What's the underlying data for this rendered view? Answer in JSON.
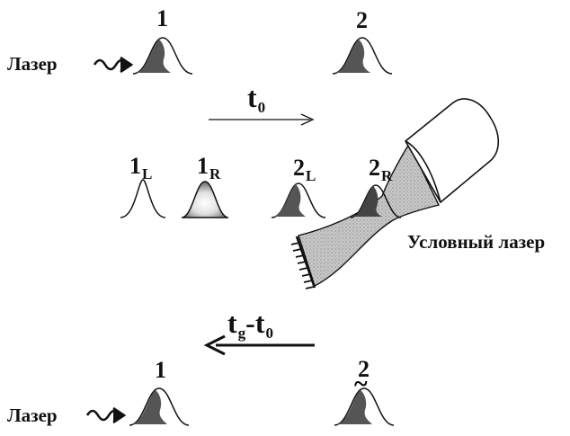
{
  "labels": {
    "laser_top": "Лазер",
    "laser_bottom": "Лазер",
    "pulse_1_top": "1",
    "pulse_2_top": "2",
    "pulse_1_bottom": "1",
    "pulse_2_bottom": "2",
    "t0_main": "t",
    "t0_sub": "0",
    "pulse_1L_main": "1",
    "pulse_1L_sub": "L",
    "pulse_1R_main": "1",
    "pulse_1R_sub": "R",
    "pulse_2L_main": "2",
    "pulse_2L_sub": "L",
    "pulse_2R_main": "2",
    "pulse_2R_sub": "R",
    "conditional_laser": "Условный лазер",
    "tg_main": "t",
    "tg_sub": "g",
    "tg_minus": "-",
    "tg_t0_main": "t",
    "tg_t0_sub": "0",
    "tilde": "~"
  },
  "colors": {
    "ink": "#111111",
    "pulse_fill": "#555555",
    "beam_fill": "#bdbdbd",
    "bright_core": "#ffffff"
  }
}
